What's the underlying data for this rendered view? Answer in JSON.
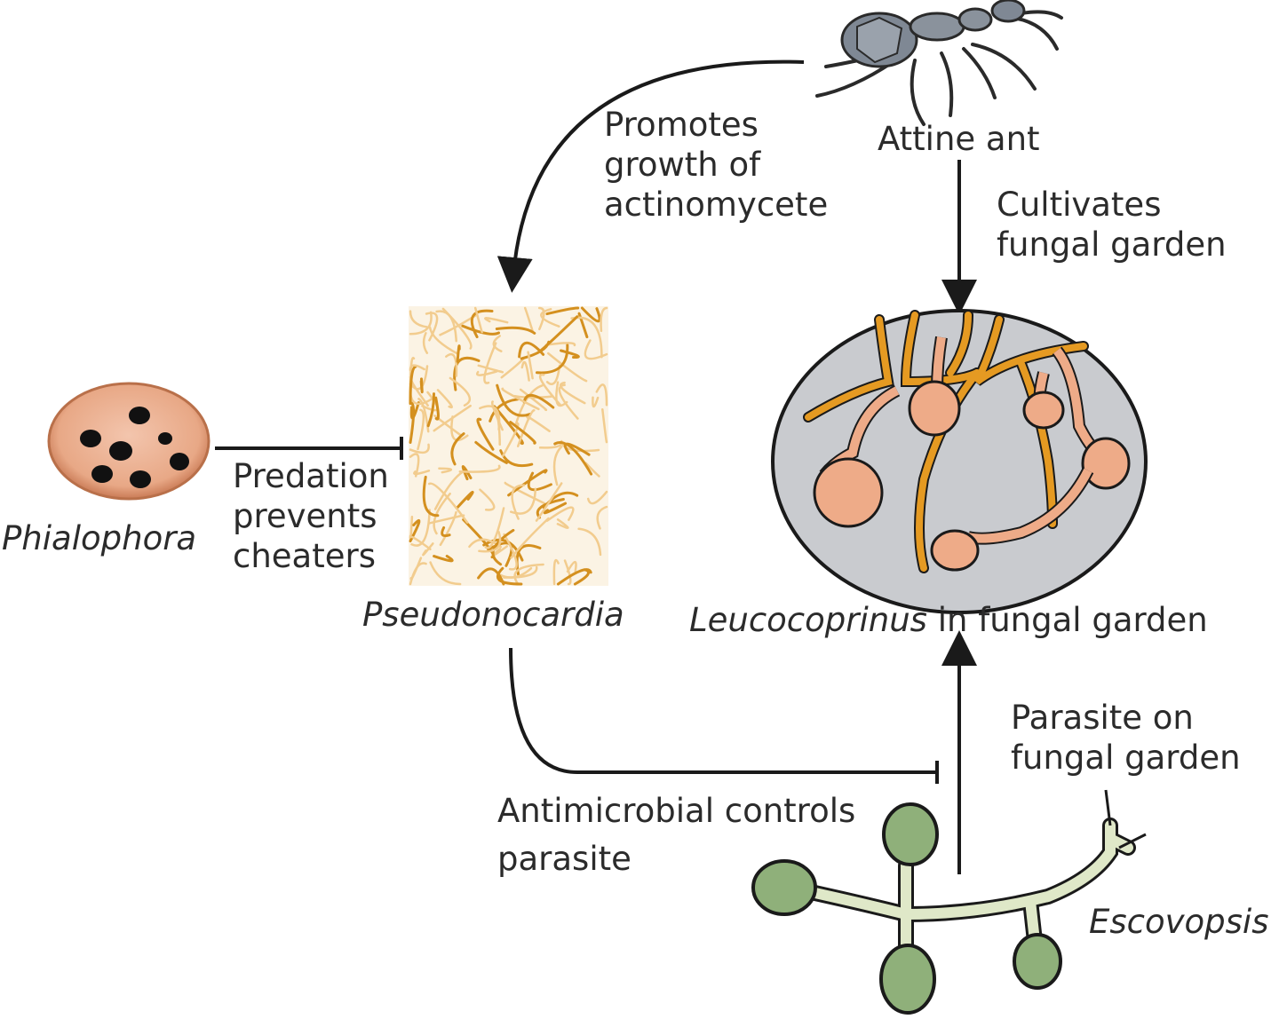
{
  "nodes": {
    "ant": "Attine ant",
    "pseudonocardia": "Pseudonocardia",
    "leucocoprinus_italic": "Leucocoprinus",
    "leucocoprinus_rest": " in fungal garden",
    "phialophora": "Phialophora",
    "escovopsis": "Escovopsis"
  },
  "edges": {
    "promotes": [
      "Promotes",
      "growth of",
      "actinomycete"
    ],
    "cultivates": [
      "Cultivates",
      "fungal garden"
    ],
    "predation": [
      "Predation",
      "prevents",
      "cheaters"
    ],
    "parasite": [
      "Parasite on",
      "fungal garden"
    ],
    "antimicrobial": [
      "Antimicrobial controls",
      "parasite"
    ]
  },
  "colors": {
    "arrow": "#1a1a1a",
    "text": "#2b2b2b",
    "mycelium_dark": "#d4901f",
    "mycelium_light": "#f2cc8e",
    "garden_bg": "#c9cbcf",
    "hypha_orange": "#e59a22",
    "spore_pink": "#eeab88",
    "phialophora_fill": "#e8a886",
    "escovopsis_green": "#8fb07a",
    "escovopsis_light": "#dfe8c8",
    "ant_gray": "#7f8894"
  }
}
